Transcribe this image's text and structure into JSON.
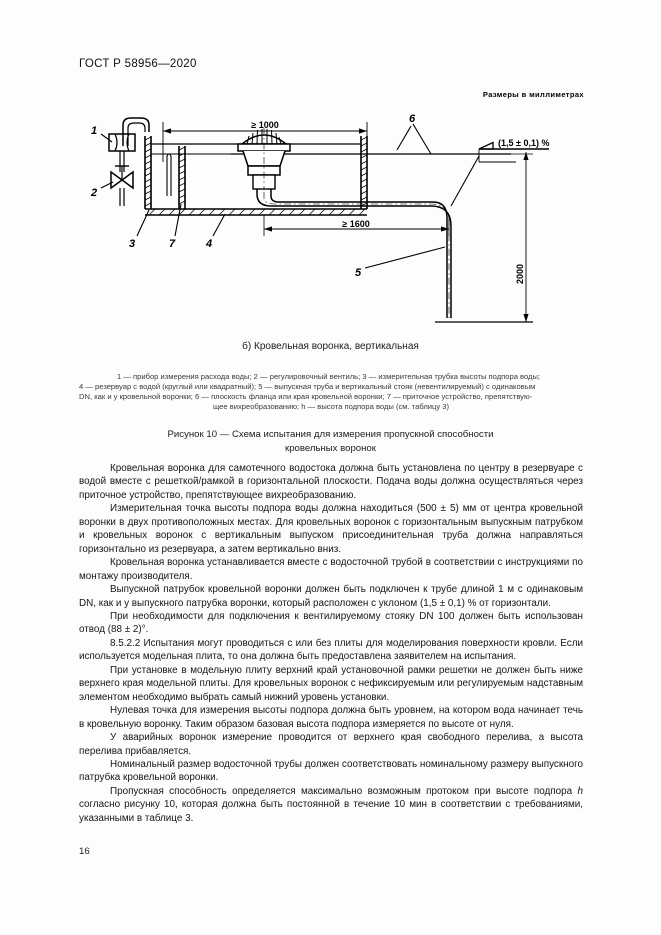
{
  "document": {
    "standard_header": "ГОСТ Р 58956—2020",
    "page_number": "16"
  },
  "figure": {
    "units_note": "Размеры в миллиметрах",
    "caption": "б) Кровельная воронка, вертикальная",
    "title_line1": "Рисунок 10 — Схема испытания для измерения пропускной способности",
    "title_line2": "кровельных воронок",
    "dimensions": {
      "top_width": "≥ 1000",
      "bottom_width": "≥ 1600",
      "vertical_height": "2000",
      "slope": "(1,5 ± 0,1) %"
    },
    "callouts": {
      "c1": "1",
      "c2": "2",
      "c3": "3",
      "c4": "4",
      "c5": "5",
      "c6": "6",
      "c7": "7"
    }
  },
  "legend": {
    "line1": "1 — прибор измерения расхода воды; 2 — регулировочный вентиль;  3 — измерительная трубка высоты подпора воды;",
    "line2": "4 — резервуар с водой (круглый или квадратный); 5 — выпускная труба и вертикальный стояк (невентилируемый) с одинаковым",
    "line3": "DN, как и у кровельной воронки; 6 — плоскость фланца или края кровельной воронки; 7 — приточное устройство, препятствую-",
    "line4": "щее вихреобразованию; h — высота подпора воды (см. таблицу 3)"
  },
  "body": {
    "p1": "Кровельная воронка для самотечного водостока должна быть установлена по центру в резервуаре с водой вместе с решеткой/рамкой в горизонтальной плоскости. Подача воды должна осуществляться через приточное устройство, препятствующее вихреобразованию.",
    "p2": "Измерительная точка высоты подпора воды должна находиться (500 ± 5) мм от центра кровельной воронки в двух противоположных местах. Для кровельных воронок с горизонтальным выпускным патрубком и кровельных воронок с вертикальным выпуском присоединительная труба должна направляться горизонтально из резервуара, а затем вертикально вниз.",
    "p3": "Кровельная воронка устанавливается вместе с водосточной трубой в соответствии с инструкциями по монтажу производителя.",
    "p4": "Выпускной патрубок кровельной воронки должен быть подключен к трубе длиной 1 м с одинаковым DN, как и у выпускного патрубка воронки, который расположен с уклоном (1,5 ± 0,1) % от горизонтали.",
    "p5": "При необходимости для подключения к вентилируемому стояку DN 100 должен быть использован отвод (88 ± 2)°.",
    "p6": "8.5.2.2 Испытания могут проводиться с или без плиты для моделирования поверхности кровли. Если используется модельная плита, то она должна быть предоставлена заявителем на испытания.",
    "p7": "При установке в модельную плиту верхний край установочной рамки решетки не должен быть ниже верхнего края модельной плиты. Для кровельных воронок с нефиксируемым или регулируемым надставным элементом необходимо выбрать самый нижний уровень установки.",
    "p8": "Нулевая точка для измерения высоты подпора должна быть уровнем, на котором вода начинает течь в кровельную воронку. Таким образом базовая высота подпора измеряется по высоте от нуля.",
    "p9": "У аварийных воронок измерение проводится от верхнего края свободного перелива, а высота перелива прибавляется.",
    "p10": "Номинальный размер водосточной трубы должен соответствовать номинальному размеру выпускного патрубка кровельной воронки.",
    "p11_a": "Пропускная способность определяется максимально возможным протоком при высоте подпора ",
    "p11_i": "h",
    "p11_b": " согласно рисунку 10, которая должна быть постоянной в течение 10 мин в соответствии с требованиями, указанными в таблице 3."
  }
}
